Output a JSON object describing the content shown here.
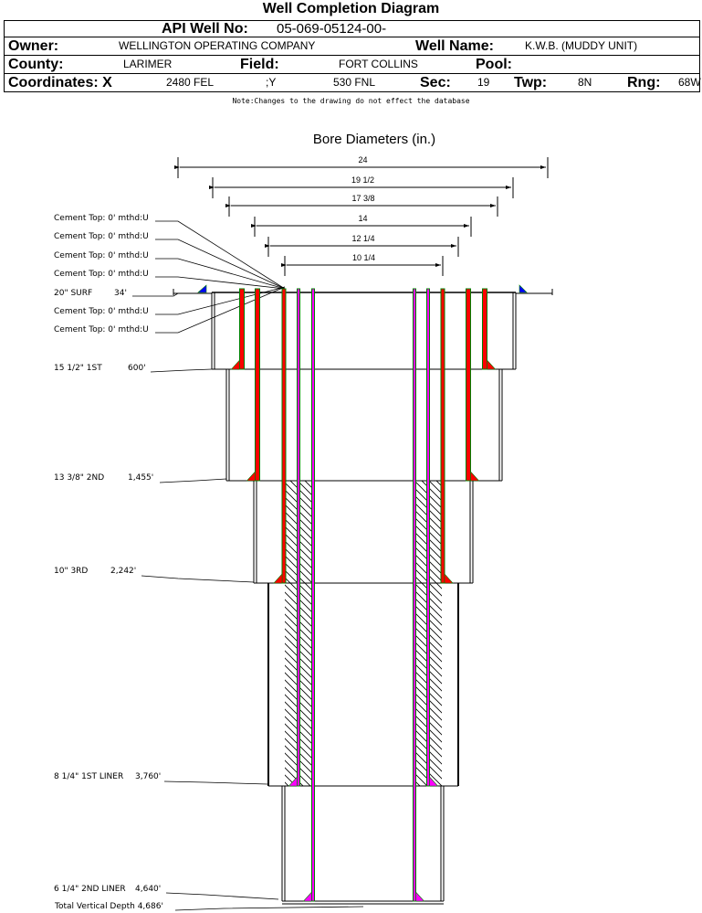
{
  "header": {
    "title": "Well Completion Diagram",
    "api_label": "API Well No:",
    "api_value": "05-069-05124-00-",
    "owner_label": "Owner:",
    "owner_value": "WELLINGTON OPERATING COMPANY",
    "well_name_label": "Well Name:",
    "well_name_value": "K.W.B. (MUDDY UNIT)",
    "county_label": "County:",
    "county_value": "LARIMER",
    "field_label": "Field:",
    "field_value": "FORT COLLINS",
    "pool_label": "Pool:",
    "pool_value": "",
    "coords_label": "Coordinates: X",
    "coord_x": "2480 FEL",
    "coord_y_label": ";Y",
    "coord_y": "530 FNL",
    "sec_label": "Sec:",
    "sec_value": "19",
    "twp_label": "Twp:",
    "twp_value": "8N",
    "rng_label": "Rng:",
    "rng_value": "68W",
    "note": "Note:Changes to the drawing do not effect the database"
  },
  "diagram": {
    "bore_title": "Bore Diameters (in.)",
    "bore_diameters": [
      "24",
      "19 1/2",
      "17 3/8",
      "14",
      "12 1/4",
      "10 1/4"
    ],
    "cement_labels": [
      "Cement Top: 0' mthd:U",
      "Cement Top: 0' mthd:U",
      "Cement Top: 0' mthd:U",
      "Cement Top: 0' mthd:U",
      "Cement Top: 0' mthd:U",
      "Cement Top: 0' mthd:U"
    ],
    "casings": [
      {
        "size": "20\" SURF",
        "depth": "34'"
      },
      {
        "size": "15 1/2\" 1ST",
        "depth": "600'"
      },
      {
        "size": "13 3/8\" 2ND",
        "depth": "1,455'"
      },
      {
        "size": "10\" 3RD",
        "depth": "2,242'"
      },
      {
        "size": "8 1/4\" 1ST LINER",
        "depth": "3,760'"
      },
      {
        "size": "6 1/4\" 2ND LINER",
        "depth": "4,640'"
      }
    ],
    "total_depth": "Total Vertical Depth 4,686'",
    "colors": {
      "casing_red": "#ff0000",
      "casing_magenta": "#ff00ff",
      "casing_outline": "#008000",
      "marker_blue": "#0000ff"
    }
  }
}
